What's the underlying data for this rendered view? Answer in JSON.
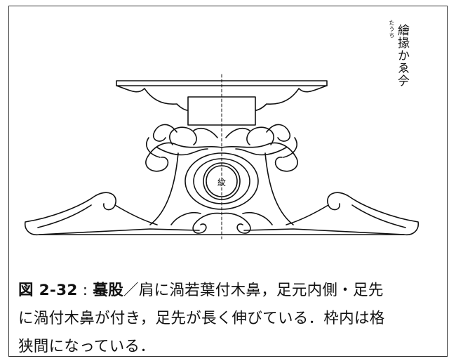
{
  "figure": {
    "annotation": {
      "main": "繪掾かゑ𫝆",
      "ruby": "たうち"
    },
    "center_crest": "紋"
  },
  "caption": {
    "figure_number": "図 2-32",
    "separator": " : ",
    "title": "蟇股",
    "body_line1": "／肩に渦若葉付木鼻，足元内側・足先",
    "body_line2": "に渦付木鼻が付き，足先が長く伸びている．枠内は格",
    "body_line3": "狭間になっている．"
  }
}
